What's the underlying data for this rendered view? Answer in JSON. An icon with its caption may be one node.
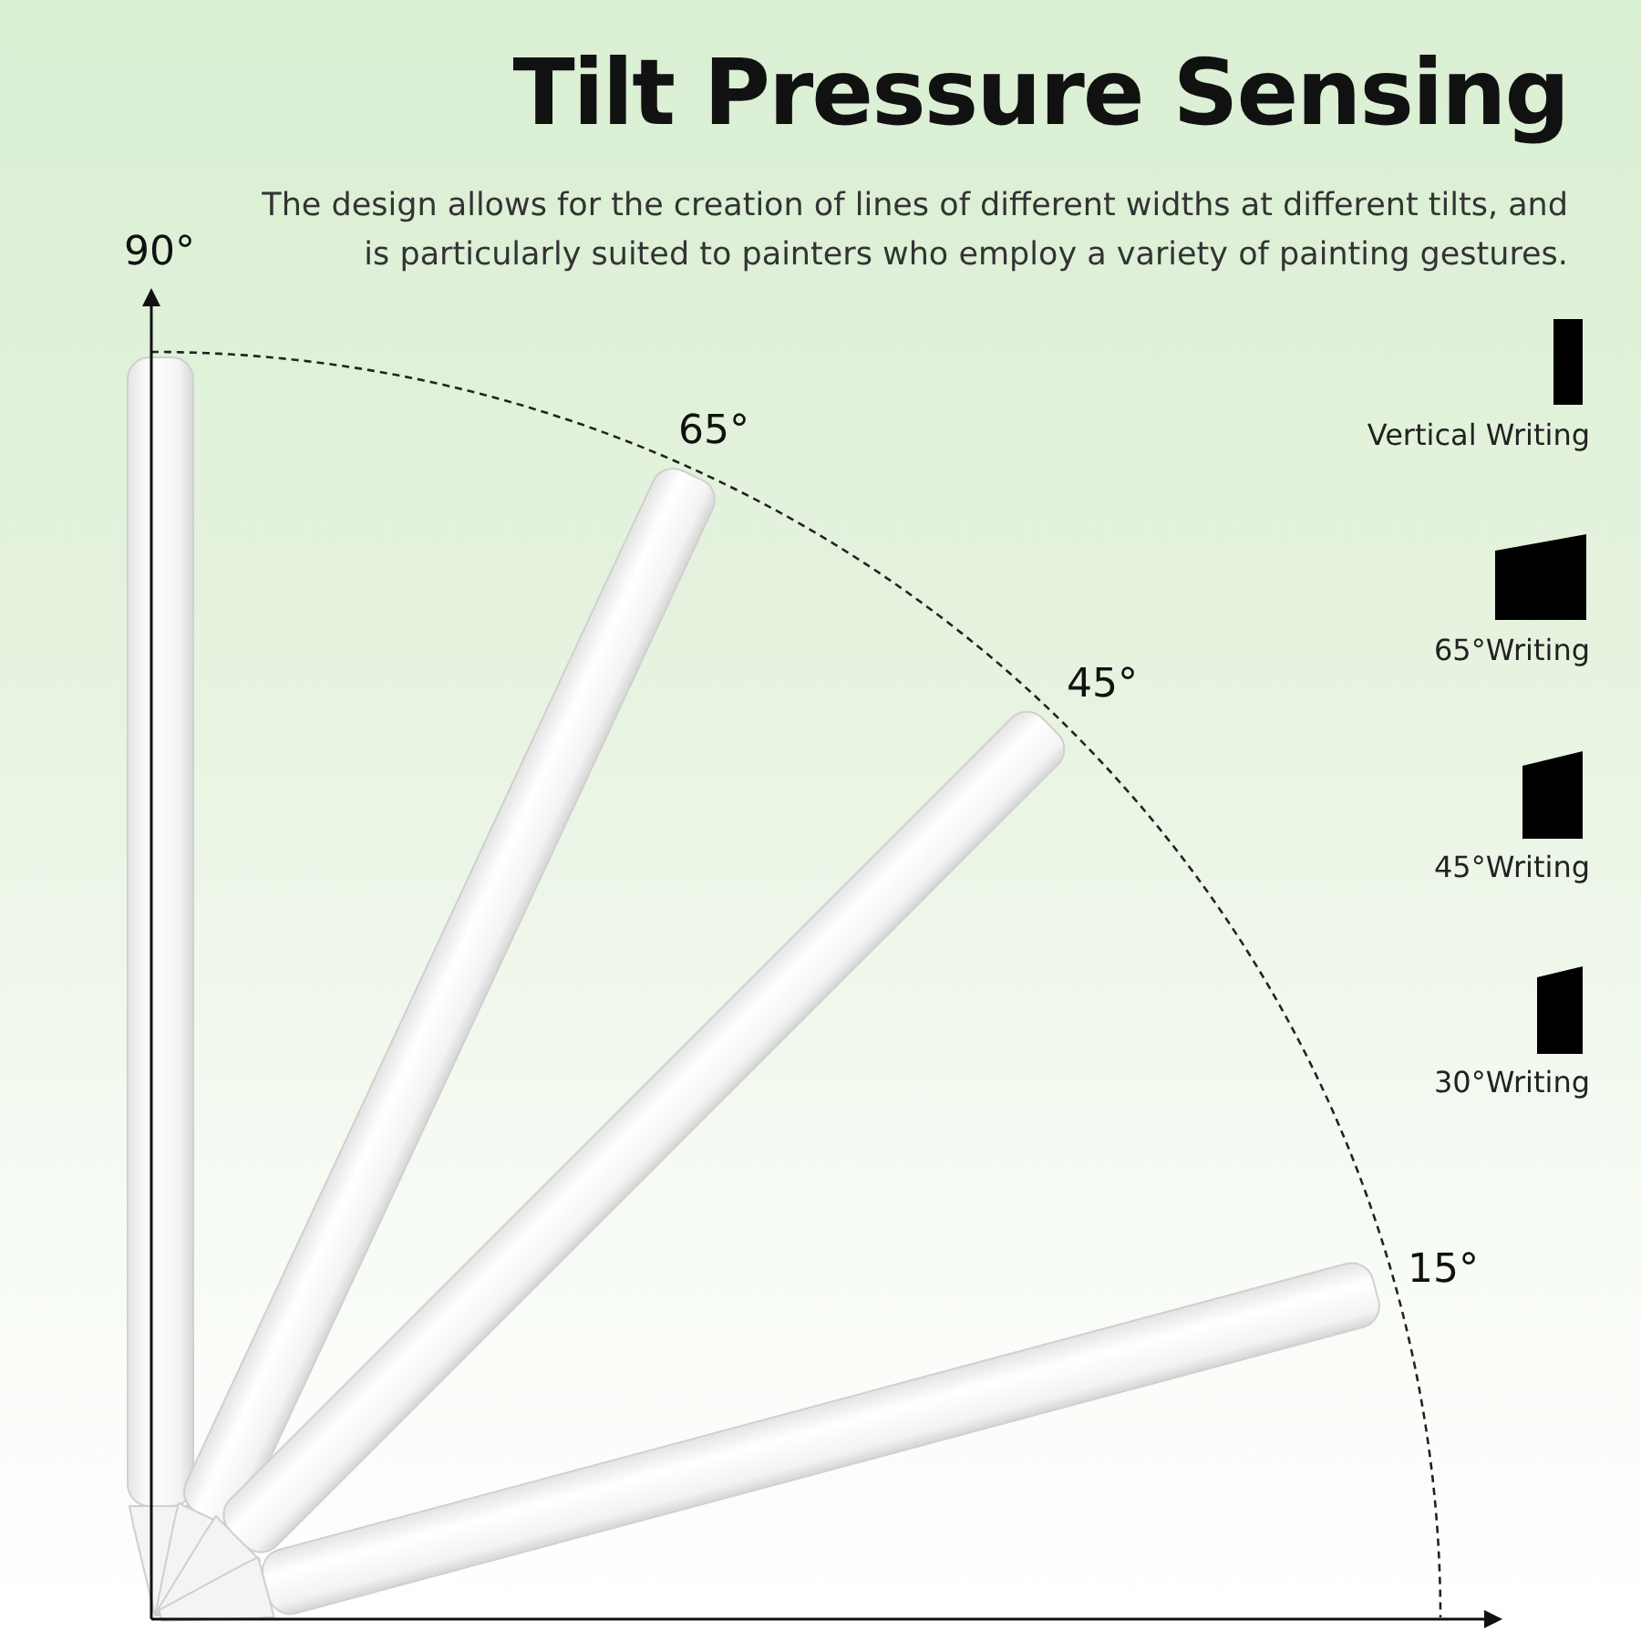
{
  "diagram": {
    "title": "Tilt Pressure Sensing",
    "labels": [
      "The design allows for the creation of lines of different widths at different tilts, and is particularly suited to painters who employ a variety of painting gestures.",
      "90°",
      "65°",
      "45°",
      "15°",
      "Vertical Writing",
      "65°Writing",
      "45°Writing",
      "30°Writing"
    ]
  }
}
